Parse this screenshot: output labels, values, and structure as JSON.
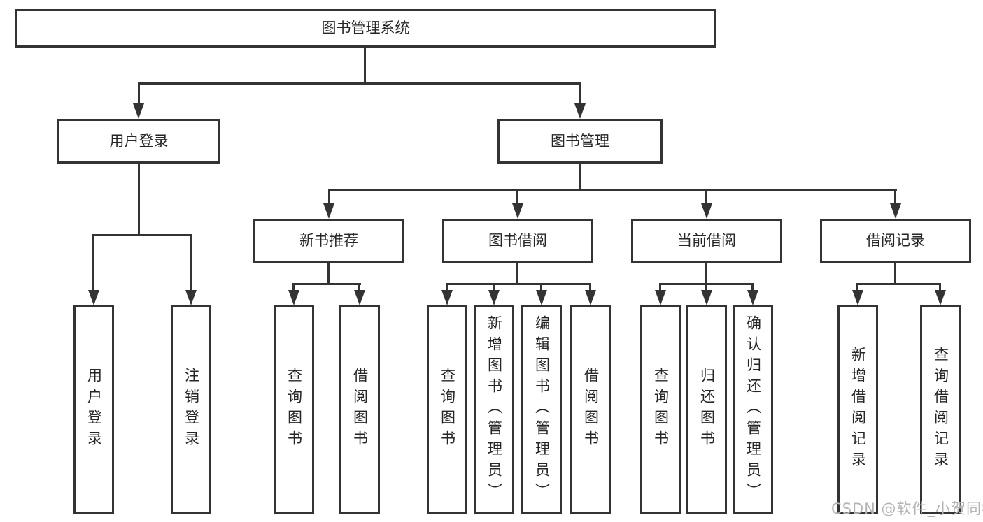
{
  "colors": {
    "line": "#333333",
    "text": "#262626",
    "background": "#ffffff",
    "watermark": "#b4b4b4"
  },
  "watermark": {
    "text": "CSDN @软件_小贺同学"
  },
  "tree": {
    "label": "图书管理系统",
    "children": [
      {
        "label": "用户登录",
        "children": [
          {
            "label": "用户登录"
          },
          {
            "label": "注销登录"
          }
        ]
      },
      {
        "label": "图书管理",
        "children": [
          {
            "label": "新书推荐",
            "children": [
              {
                "label": "查询图书"
              },
              {
                "label": "借阅图书"
              }
            ]
          },
          {
            "label": "图书借阅",
            "children": [
              {
                "label": "查询图书"
              },
              {
                "label": "新增图书（管理员）"
              },
              {
                "label": "编辑图书（管理员）"
              },
              {
                "label": "借阅图书"
              }
            ]
          },
          {
            "label": "当前借阅",
            "children": [
              {
                "label": "查询图书"
              },
              {
                "label": "归还图书"
              },
              {
                "label": "确认归还（管理员）"
              }
            ]
          },
          {
            "label": "借阅记录",
            "children": [
              {
                "label": "新增借阅记录"
              },
              {
                "label": "查询借阅记录"
              }
            ]
          }
        ]
      }
    ]
  }
}
